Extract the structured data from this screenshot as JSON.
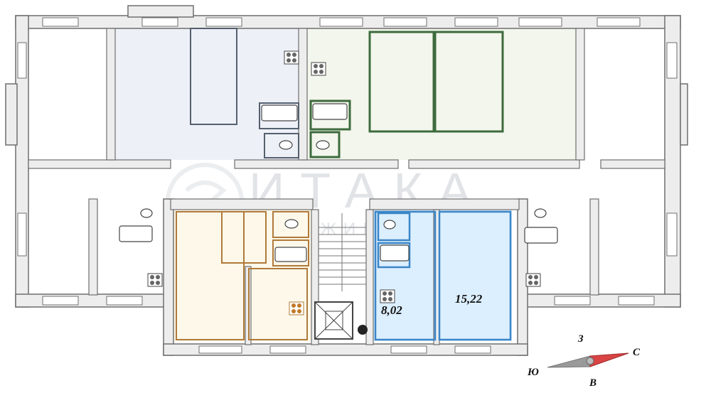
{
  "plan": {
    "watermark_brand": "ИТАКА",
    "watermark_sub": "НЕДВИЖИМОСТЬ",
    "areas": [
      {
        "label": "8,02"
      },
      {
        "label": "15,22"
      }
    ],
    "colors": {
      "wall": "#6f6f6f",
      "wall_fill": "#ededed",
      "apt_blue_gray": "#eef0f8",
      "apt_green_gray": "#f3f6ec",
      "apt_beige": "#fdf8ea",
      "apt_selected": "#dcefff",
      "beige_stroke": "#b07a3a",
      "green_stroke": "#3d6b3d",
      "selected_stroke": "#3a86c8"
    }
  },
  "compass": {
    "north": "С",
    "south": "Ю",
    "west": "З",
    "east": "В"
  }
}
